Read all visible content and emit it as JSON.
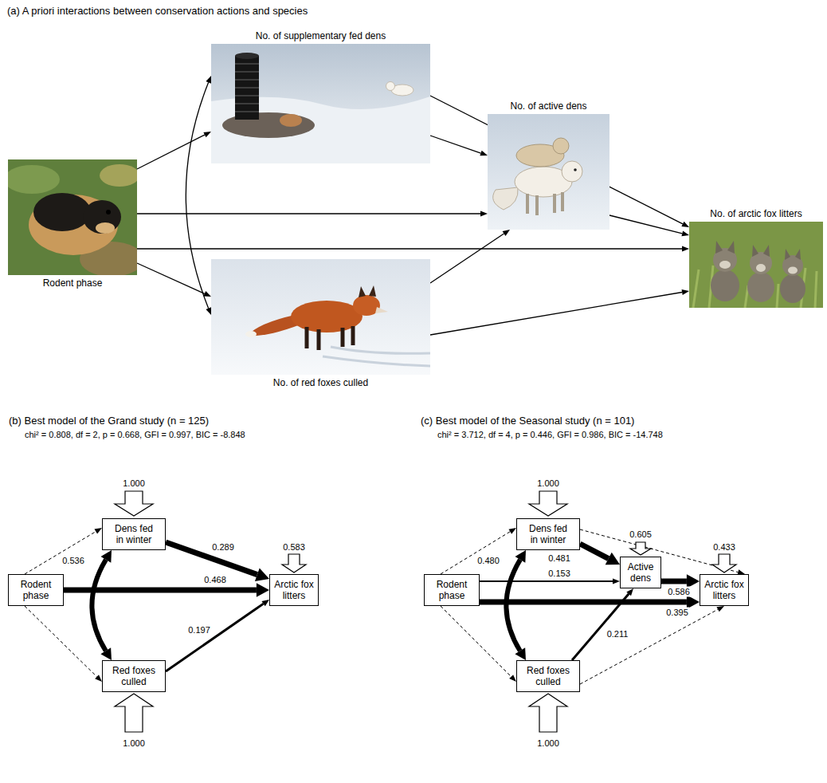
{
  "diagram": {
    "nodes": [
      {
        "text": [
          "No. of supplementary fed dens"
        ]
      },
      {
        "text": [
          "No. of active dens"
        ]
      },
      {
        "text": [
          "No. of arctic fox litters"
        ]
      },
      {
        "text": [
          "Rodent phase"
        ]
      },
      {
        "text": [
          "No. of red foxes culled"
        ]
      },
      {
        "text": [
          "Dens fed in winter"
        ]
      },
      {
        "text": [
          "Rodent phase"
        ]
      },
      {
        "text": [
          "Arctic fox litters"
        ]
      },
      {
        "text": [
          "Red foxes culled"
        ]
      },
      {
        "text": [
          "Dens fed in winter"
        ]
      },
      {
        "text": [
          "Active dens"
        ]
      },
      {
        "text": [
          "Rodent phase"
        ]
      },
      {
        "text": [
          "Arctic fox litters"
        ]
      },
      {
        "text": [
          "Red foxes culled"
        ]
      }
    ],
    "edges": [
      {
        "from": 3,
        "to": 0,
        "arrow": "to"
      },
      {
        "from": 3,
        "to": 4,
        "arrow": "to"
      },
      {
        "from": 0,
        "to": 4,
        "arrow": "both"
      },
      {
        "from": 3,
        "to": 1,
        "arrow": "to"
      },
      {
        "from": 3,
        "to": 2,
        "arrow": "to"
      },
      {
        "from": 0,
        "to": 1,
        "arrow": "to"
      },
      {
        "from": 0,
        "to": 2,
        "arrow": "to"
      },
      {
        "from": 4,
        "to": 1,
        "arrow": "to"
      },
      {
        "from": 4,
        "to": 2,
        "arrow": "to"
      },
      {
        "from": 1,
        "to": 2,
        "arrow": "to"
      },
      {
        "from": 6,
        "to": 5,
        "arrow": "to"
      },
      {
        "from": 6,
        "to": 8,
        "arrow": "to"
      },
      {
        "from": 5,
        "to": 8,
        "arrow": "both",
        "label": "0.536"
      },
      {
        "from": 5,
        "to": 7,
        "arrow": "to",
        "label": "0.289"
      },
      {
        "from": 6,
        "to": 7,
        "arrow": "to",
        "label": "0.468"
      },
      {
        "from": 8,
        "to": 7,
        "arrow": "to",
        "label": "0.197"
      },
      {
        "from": 11,
        "to": 9,
        "arrow": "to"
      },
      {
        "from": 11,
        "to": 13,
        "arrow": "to"
      },
      {
        "from": 9,
        "to": 13,
        "arrow": "both",
        "label": "0.480"
      },
      {
        "from": 9,
        "to": 10,
        "arrow": "to",
        "label": "0.481"
      },
      {
        "from": 11,
        "to": 10,
        "arrow": "to",
        "label": "0.153"
      },
      {
        "from": 10,
        "to": 12,
        "arrow": "to",
        "label": "0.586"
      },
      {
        "from": 11,
        "to": 12,
        "arrow": "to",
        "label": "0.395"
      },
      {
        "from": 13,
        "to": 10,
        "arrow": "to",
        "label": "0.211"
      },
      {
        "from": 9,
        "to": 12,
        "arrow": "to"
      },
      {
        "from": 13,
        "to": 12,
        "arrow": "to"
      }
    ],
    "labels": [
      "(a) A priori interactions between conservation actions and species",
      "(b) Best model of the Grand study (n = 125)",
      "chi² = 0.808, df = 2, p = 0.668, GFI = 0.997, BIC = -8.848",
      "(c) Best model of the Seasonal study (n = 101)",
      "chi² = 3.712, df = 4, p = 0.446, GFI = 0.986, BIC = -14.748",
      "1.000",
      "0.583",
      "1.000",
      "1.000",
      "0.605",
      "0.433",
      "1.000"
    ]
  }
}
